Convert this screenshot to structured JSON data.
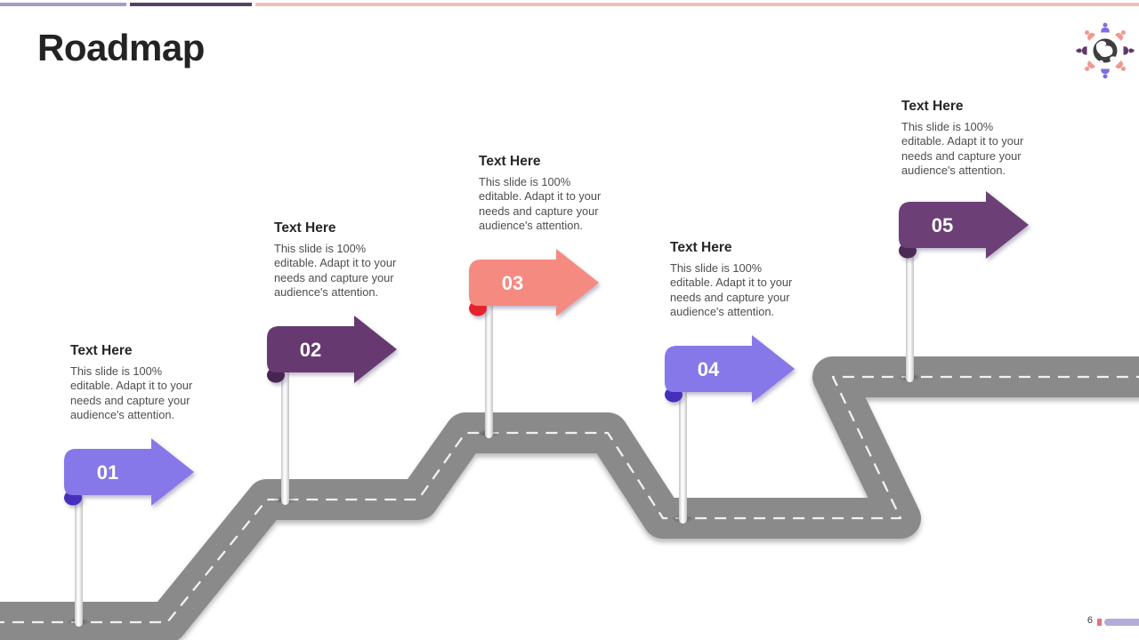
{
  "slide": {
    "title": "Roadmap",
    "page_number": "6"
  },
  "accent_bar": {
    "segment_colors": [
      "#a39cc9",
      "#554361",
      "#ecc0ba"
    ]
  },
  "logo": {
    "globe_color": "#3e3e3e",
    "land_color": "#ffffff",
    "person_colors": [
      "#7b6ee1",
      "#ef9a91",
      "#5d3a6b",
      "#ef9a91",
      "#7b6ee1",
      "#ef9a91",
      "#5d3a6b",
      "#ef9a91"
    ],
    "dot_color": "#5d3a6b"
  },
  "road": {
    "color": "#8a8a8a",
    "dash_color": "#f1f1f1"
  },
  "milestones": [
    {
      "number": "01",
      "title": "Text Here",
      "description_lines": [
        "This slide is 100%",
        "editable. Adapt it to your",
        "needs and capture your",
        "audience's attention."
      ],
      "flag_color": "#8678e8",
      "fold_color": "#4530bd"
    },
    {
      "number": "02",
      "title": "Text Here",
      "description_lines": [
        "This slide is 100%",
        "editable. Adapt it to your",
        "needs and capture your",
        "audience's attention."
      ],
      "flag_color": "#663a70",
      "fold_color": "#472551"
    },
    {
      "number": "03",
      "title": "Text Here",
      "description_lines": [
        "This slide is 100%",
        "editable. Adapt it to your",
        "needs and capture your",
        "audience's attention."
      ],
      "flag_color": "#f58a81",
      "fold_color": "#e7222f"
    },
    {
      "number": "04",
      "title": "Text Here",
      "description_lines": [
        "This slide is 100%",
        "editable. Adapt it to your",
        "needs and capture your",
        "audience's attention."
      ],
      "flag_color": "#8678e8",
      "fold_color": "#4530bd"
    },
    {
      "number": "05",
      "title": "Text Here",
      "description_lines": [
        "This slide is 100%",
        "editable. Adapt it to your",
        "needs and capture your",
        "audience's attention."
      ],
      "flag_color": "#6c4076",
      "fold_color": "#4b2b55"
    }
  ],
  "footer": {
    "square_color": "#e2737c",
    "bar_color": "#b4abd9"
  }
}
